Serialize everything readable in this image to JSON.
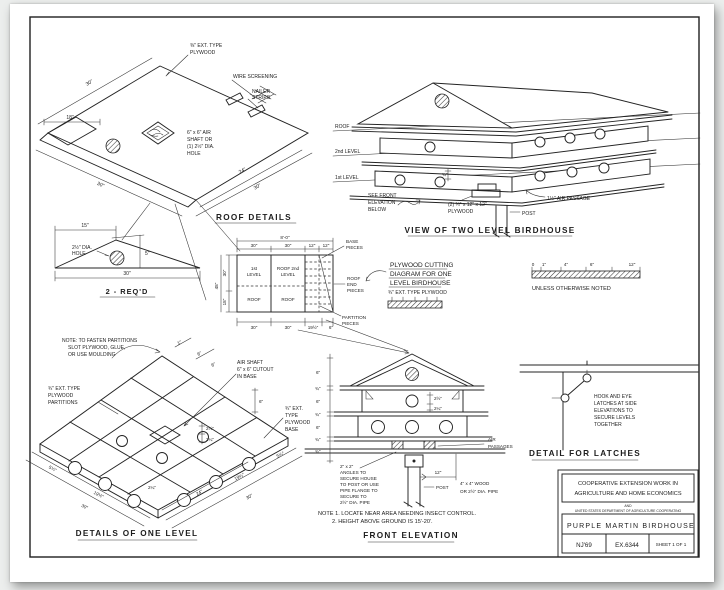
{
  "colors": {
    "paper": "#ffffff",
    "background": "#eceeed",
    "ink": "#1d1d1d"
  },
  "roof": {
    "title": "ROOF DETAILS",
    "ply1": "⅜\" EXT. TYPE",
    "ply2": "PLYWOOD",
    "wire": "WIRE SCREENING",
    "nailer1": "NAILER",
    "nailer2": "STRIPS",
    "air1": "6\" x 6\" AIR",
    "air2": "SHAFT OR",
    "air3": "(1) 2½\" DIA.",
    "air4": "HOLE",
    "d30top": "30\"",
    "d18": "18\"",
    "d30left": "30\"",
    "d24": "24\"",
    "d30right": "30\""
  },
  "gable": {
    "d15": "15\"",
    "d5": "5\"",
    "d30": "30\"",
    "hole1": "2½\" DIA.",
    "hole2": "HOLE",
    "title": "2 - REQ'D"
  },
  "two_level": {
    "lvl_roof": "ROOF",
    "lvl_2": "2nd LEVEL",
    "lvl_1": "1st LEVEL",
    "see1": "SEE FRONT",
    "see2": "ELEVATION",
    "see3": "BELOW",
    "ply1": "(2) ¾\" x 12\" x 12\"",
    "ply2": "PLYWOOD",
    "post": "POST",
    "air": "1½\" AIR PASSAGE",
    "d34": "¾\"",
    "title": "VIEW OF TWO LEVEL BIRDHOUSE"
  },
  "cutting": {
    "overall": "8'-0\"",
    "top": [
      "30\"",
      "30\"",
      "12\"",
      "12\""
    ],
    "bot": [
      "30\"",
      "30\"",
      "19½\"",
      "6\""
    ],
    "left_total": "48\"",
    "left": [
      "30\"",
      "18\""
    ],
    "c1a": "1st",
    "c1b": "LEVEL",
    "c2a": "ROOF 2nd",
    "c2b": "LEVEL",
    "c3": "ROOF",
    "c4": "ROOF",
    "base1": "BASE",
    "base2": "PIECES",
    "end1": "ROOF",
    "end2": "END",
    "end3": "PIECES",
    "part1": "PARTITION",
    "part2": "PIECES",
    "note1": "PLYWOOD CUTTING",
    "note2": "DIAGRAM FOR ONE",
    "note3": "LEVEL BIRDHOUSE",
    "note4": "¾\" EXT. TYPE PLYWOOD"
  },
  "scale": {
    "ticks": [
      "0",
      "1\"",
      "4\"",
      "6\"",
      "12\""
    ],
    "note": "UNLESS OTHERWISE NOTED"
  },
  "one_level": {
    "note1": "NOTE: TO FASTEN PARTITIONS",
    "note2": "SLOT PLYWOOD, GLUE,",
    "note3": "OR USE MOULDING",
    "part1": "¾\" EXT. TYPE",
    "part2": "PLYWOOD",
    "part3": "PARTITIONS",
    "air1": "AIR SHAFT",
    "air2": "6\" x 6\" CUTOUT",
    "air3": "IN BASE",
    "base1": "¾\" EXT.",
    "base2": "TYPE",
    "base3": "PLYWOOD",
    "base4": "BASE",
    "d6": "6\"",
    "small1": "1\"",
    "small2": "6\"",
    "small3": "6\"",
    "hole1": "2½\"",
    "hole2": "2¼\"",
    "d214": "2¼\"",
    "el1": "5¼\"",
    "el2": "19½\"",
    "el3": "30\"",
    "er1": "24\"",
    "er2": "19½\"",
    "er3": "5¼\"",
    "er4": "30\"",
    "title": "DETAILS OF ONE LEVEL"
  },
  "front": {
    "chain": [
      "6\"",
      "¾\"",
      "6\"",
      "¾\"",
      "6\"",
      "¾\"",
      "¾\""
    ],
    "hole1": "2½\"",
    "hole2": "2¼\"",
    "air1": "AIR",
    "air2": "PASSAGES",
    "ang": [
      "2\" x 2\"",
      "ANGLES TO",
      "SECURE HOUSE",
      "TO POST OR USE",
      "PIPE FLANGE TO",
      "SECURE TO",
      "2½\" DIA. PIPE"
    ],
    "d12": "12\"",
    "post": "POST",
    "post1": "4\" x 4\" WOOD",
    "post2": "OR 2½\" DIA. PIPE",
    "note1": "NOTE 1. LOCATE NEAR AREA NEEDING INSECT CONTROL.",
    "note2": "2. HEIGHT ABOVE GROUND IS 15'-20'.",
    "title": "FRONT ELEVATION"
  },
  "latches": {
    "l": [
      "HOOK AND EYE",
      "LATCHES AT SIDE",
      "ELEVATIONS TO",
      "SECURE LEVELS",
      "TOGETHER"
    ],
    "title": "DETAIL FOR LATCHES"
  },
  "title_block": {
    "line1": "COOPERATIVE EXTENSION WORK IN",
    "line2": "AGRICULTURE AND HOME ECONOMICS",
    "and": "AND",
    "dept": "UNITED STATES DEPARTMENT OF AGRICULTURE COOPERATING",
    "project": "PURPLE MARTIN BIRDHOUSE",
    "cell1": "NJ'69",
    "cell2": "EX.6344",
    "cell3": "SHEET 1 OF 1"
  }
}
